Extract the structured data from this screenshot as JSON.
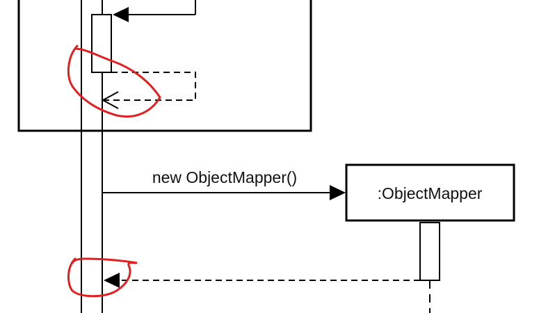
{
  "diagram": {
    "type": "uml-sequence-fragment",
    "messages": [
      {
        "label": "new ObjectMapper()",
        "kind": "create-call"
      }
    ],
    "objects": [
      {
        "name": ":ObjectMapper"
      }
    ],
    "annotations": [
      {
        "kind": "hand-drawn-circle",
        "color": "#e02020",
        "target": "self-return-arrow"
      },
      {
        "kind": "hand-drawn-circle",
        "color": "#e02020",
        "target": "objectmapper-return-arrowhead"
      }
    ],
    "colors": {
      "line": "#000000",
      "annotation": "#e02020",
      "background": "#ffffff"
    }
  }
}
